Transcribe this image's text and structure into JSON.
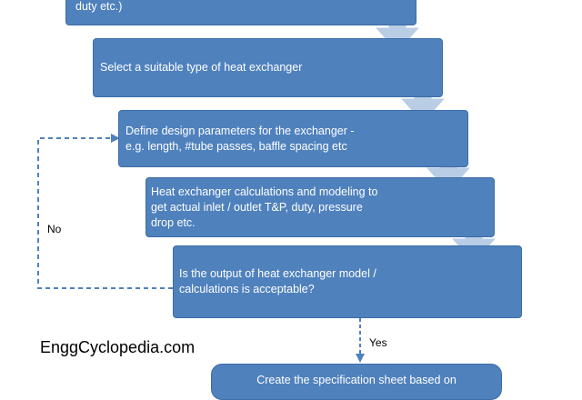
{
  "steps": [
    {
      "text": "duty etc.)"
    },
    {
      "text": "Select a suitable type of heat exchanger"
    },
    {
      "text": "Define design parameters for the exchanger -\ne.g. length, #tube passes, baffle spacing etc"
    },
    {
      "text": "Heat exchanger calculations and modeling to\nget actual inlet / outlet T&P, duty, pressure\ndrop etc."
    },
    {
      "text": "Is the output of heat exchanger model /\ncalculations is acceptable?"
    },
    {
      "text": "Create the specification sheet based on"
    }
  ],
  "branches": {
    "no": "No",
    "yes": "Yes"
  },
  "watermark": "EnggCyclopedia.com",
  "colors": {
    "box": "#4f81bd",
    "box_border": "#3c6da5",
    "arrow": "#b9cde5",
    "connector": "#4f81bd"
  }
}
